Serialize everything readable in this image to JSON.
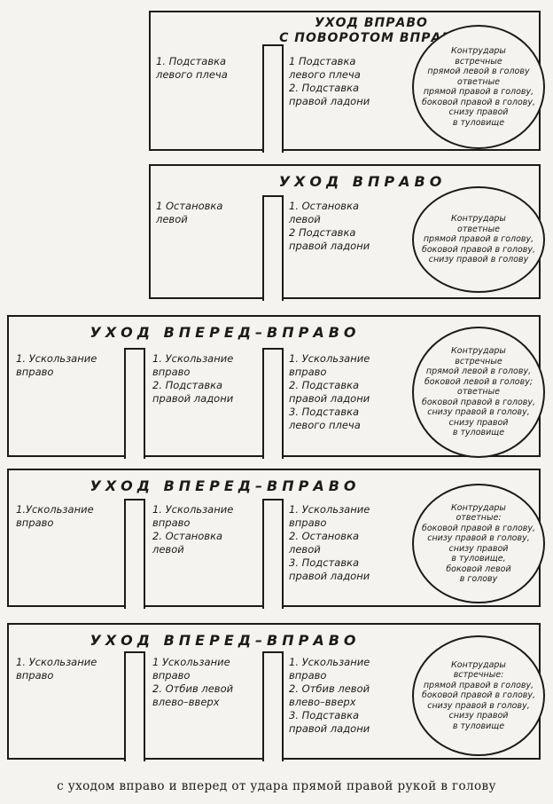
{
  "panels": [
    {
      "title": "УХОД ВПРАВО\nС ПОВОРОТОМ ВПРАВО",
      "col1": "1. Подставка\nлевого плеча",
      "col2": "1 Подставка\nлевого плеча\n2. Подставка\nправой ладони",
      "counter": "Контрудары\nвстречные\nпрямой левой в голову\nответные\nпрямой правой в голову,\nбоковой правой в голову,\nснизу правой\nв туловище"
    },
    {
      "title": "УХОД ВПРАВО",
      "col1": "1 Остановка\nлевой",
      "col2": "1. Остановка\nлевой\n2 Подставка\nправой ладони",
      "counter": "Контрудары\nответные\nпрямой правой в голову,\nбоковой правой в голову,\nснизу правой в голову"
    },
    {
      "title": "УХОД ВПЕРЕД–ВПРАВО",
      "col1": "1. Ускользание\nвправо",
      "col2": "1. Ускользание\nвправо\n2. Подставка\nправой ладони",
      "col3": "1. Ускользание\nвправо\n2. Подставка\nправой ладони\n3. Подставка\nлевого плеча",
      "counter": "Контрудары\nвстречные\nпрямой левой в голову,\nбоковой левой в голову;\nответные\nбоковой правой в голову,\nснизу правой в голову,\nснизу правой\nв туловище"
    },
    {
      "title": "УХОД ВПЕРЕД–ВПРАВО",
      "col1": "1.Ускользание\nвправо",
      "col2": "1. Ускользание\nвправо\n2. Остановка\nлевой",
      "col3": "1. Ускользание\nвправо\n2. Остановка\nлевой\n3. Подставка\nправой ладони",
      "counter": "Контрудары\nответные:\nбоковой правой в голову,\nснизу правой в голову,\nснизу правой\nв туловище,\nбоковой левой\nв голову"
    },
    {
      "title": "УХОД ВПЕРЕД–ВПРАВО",
      "col1": "1. Ускользание\nвправо",
      "col2": "1 Ускользание\nвправо\n2. Отбив левой\nвлево–вверх",
      "col3": "1. Ускользание\nвправо\n2. Отбив левой\nвлево–вверх\n3. Подставка\nправой ладони",
      "counter": "Контрудары\nвстречные:\nпрямой правой в голову,\nбоковой правой в голову,\nснизу правой в голову,\nснизу правой\nв туловище"
    }
  ],
  "caption": "с уходом вправо и вперед от удара прямой правой рукой в голову"
}
